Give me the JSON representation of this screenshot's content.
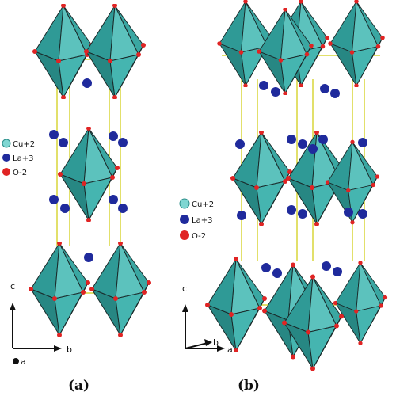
{
  "colors": {
    "octahedron_face_light": "#7fd6d2",
    "octahedron_face_mid": "#3fb1ac",
    "octahedron_face_dark": "#2a8d89",
    "edge": "#1a2a2a",
    "bond": "#d8d63a",
    "oxygen": "#e02424",
    "lanthanum": "#1f2a9c",
    "copper": "#7fd6d2"
  },
  "legend_a": {
    "items": [
      {
        "label": "Cu+2",
        "color": "#7fd6d2"
      },
      {
        "label": "La+3",
        "color": "#1f2a9c"
      },
      {
        "label": "O-2",
        "color": "#e02424"
      }
    ]
  },
  "legend_b": {
    "items": [
      {
        "label": "Cu+2",
        "color": "#7fd6d2"
      },
      {
        "label": "La+3",
        "color": "#1f2a9c"
      },
      {
        "label": "O-2",
        "color": "#e02424"
      }
    ]
  },
  "axes_a": {
    "c": "c",
    "b": "b",
    "a": "a"
  },
  "axes_b": {
    "c": "c",
    "b": "b",
    "a": "a"
  },
  "panel_labels": {
    "a": "(a)",
    "b": "(b)"
  }
}
